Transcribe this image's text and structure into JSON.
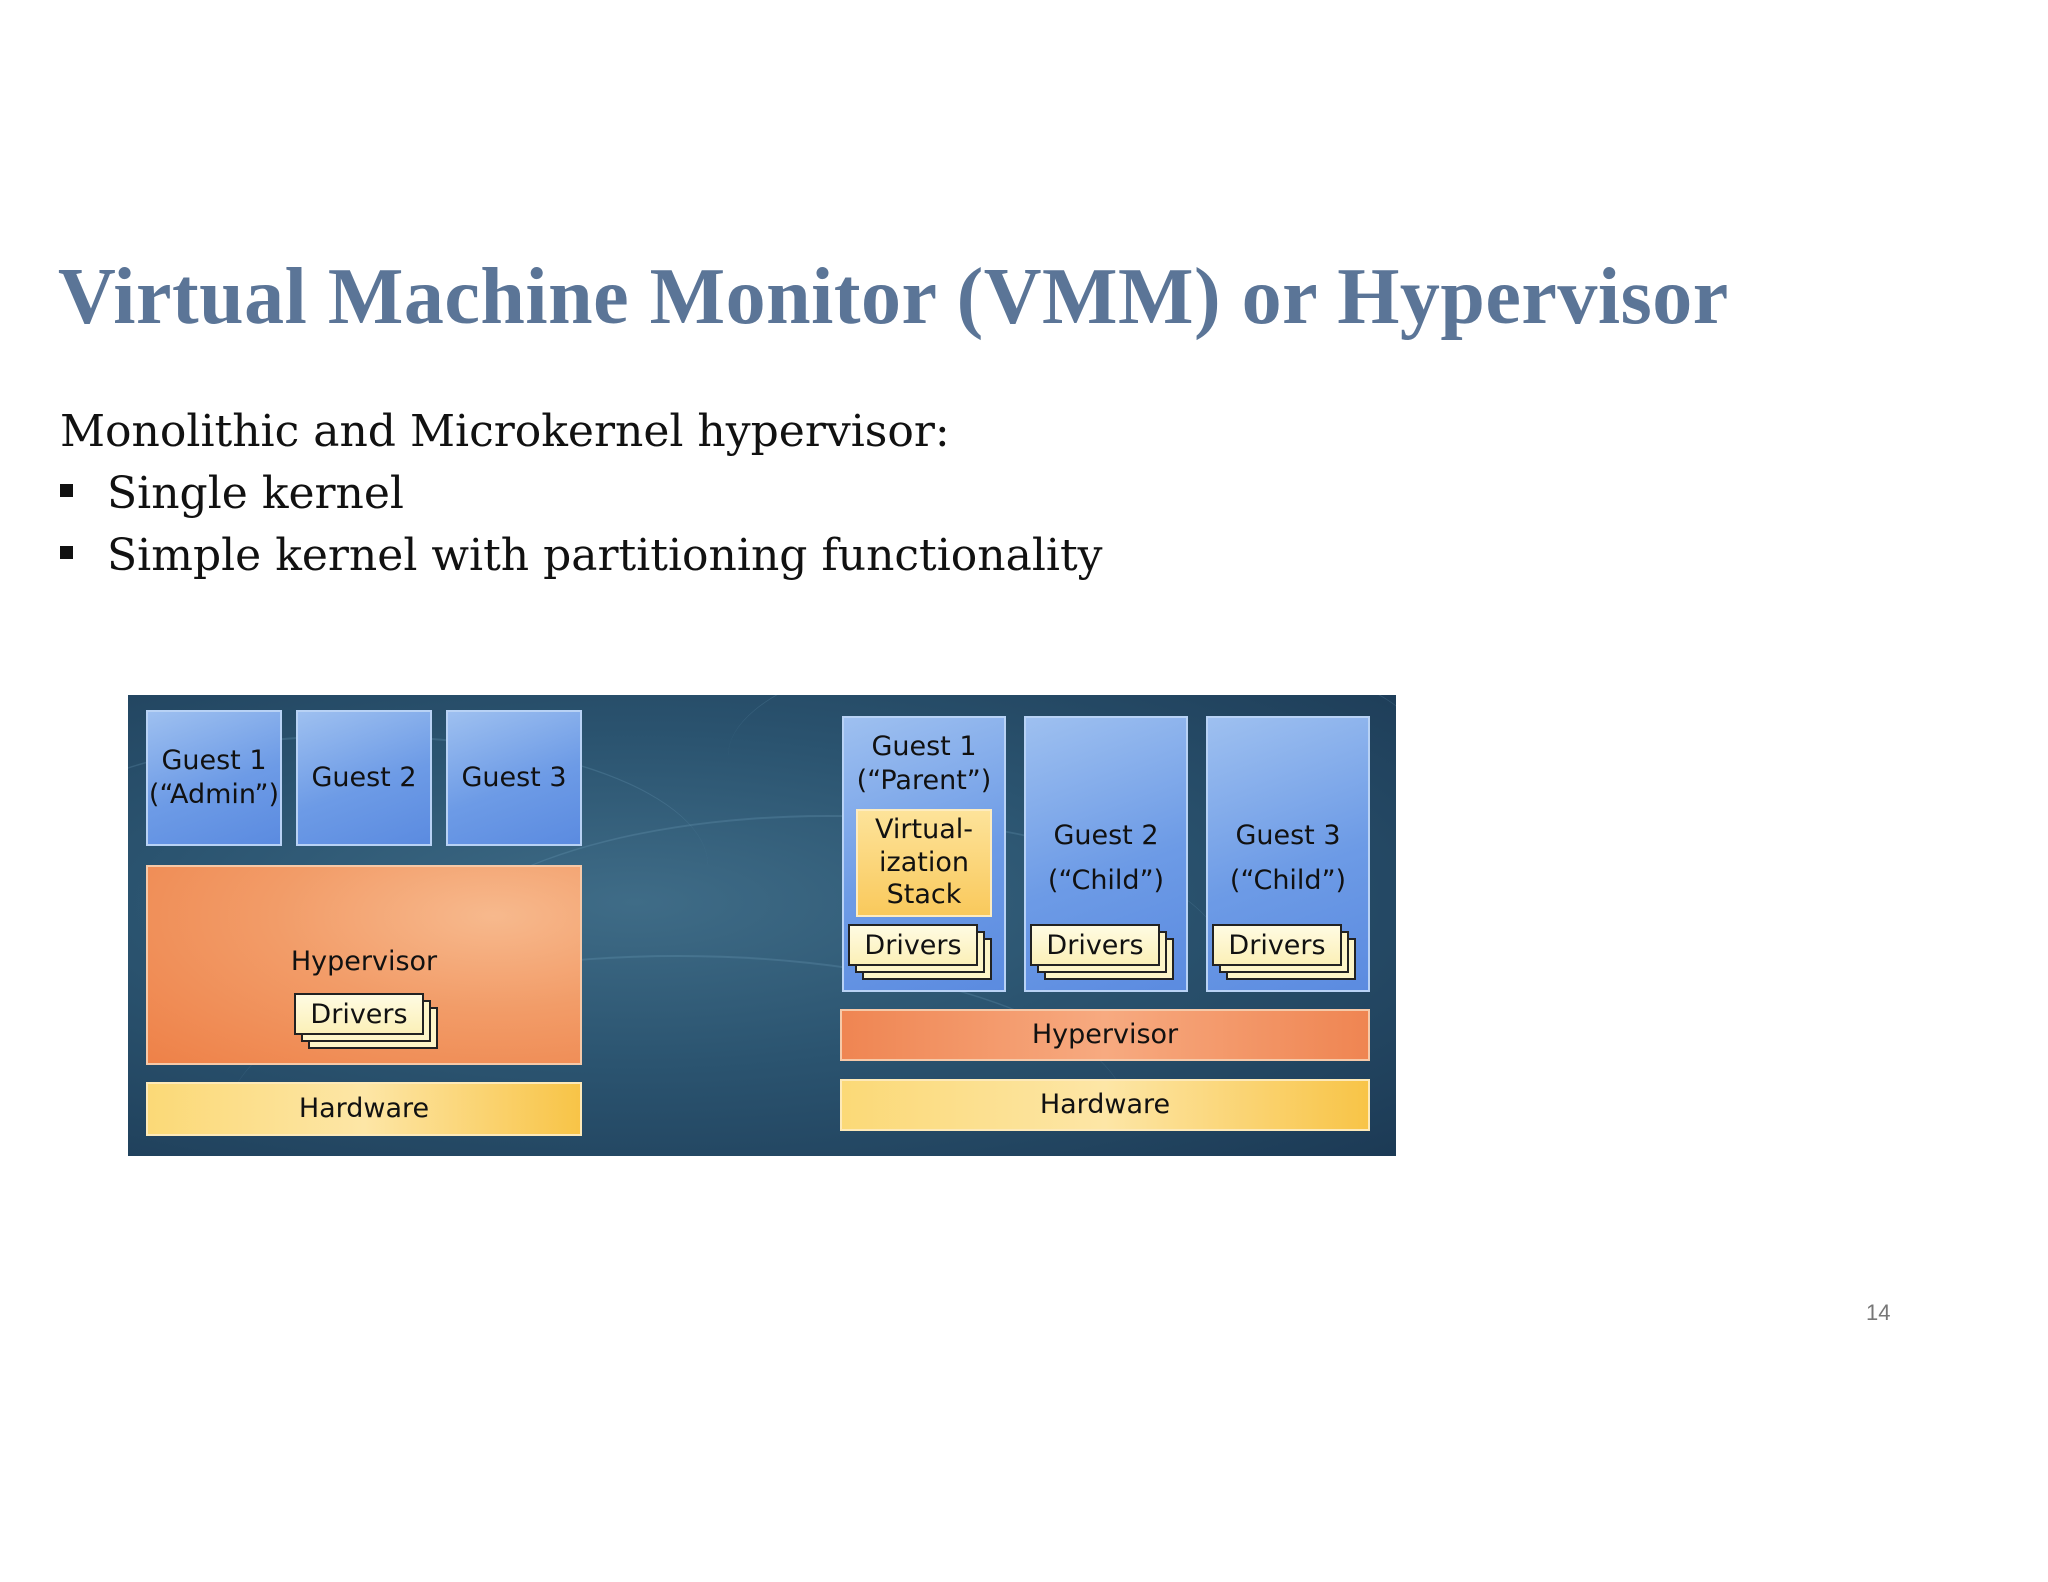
{
  "slide": {
    "title": "Virtual Machine Monitor (VMM) or Hypervisor",
    "intro": "Monolithic and Microkernel hypervisor:",
    "bullets": [
      "Single kernel",
      "Simple kernel with partitioning functionality"
    ],
    "page_number": "14"
  },
  "diagram": {
    "monolithic": {
      "guests": [
        {
          "line1": "Guest 1",
          "line2": "(“Admin”)"
        },
        {
          "line1": "Guest 2"
        },
        {
          "line1": "Guest 3"
        }
      ],
      "hypervisor": "Hypervisor",
      "drivers": "Drivers",
      "hardware": "Hardware"
    },
    "microkernel": {
      "guests": [
        {
          "line1": "Guest 1",
          "line2": "(“Parent”)",
          "stack": [
            "Virtual-",
            "ization",
            "Stack"
          ],
          "drivers": "Drivers"
        },
        {
          "line1": "Guest 2",
          "line2": "(“Child”)",
          "drivers": "Drivers"
        },
        {
          "line1": "Guest 3",
          "line2": "(“Child”)",
          "drivers": "Drivers"
        }
      ],
      "hypervisor": "Hypervisor",
      "hardware": "Hardware"
    }
  },
  "colors": {
    "title": "#5b7597",
    "guest_blue": "#6d9be6",
    "hypervisor_orange": "#f29c68",
    "hardware_yellow": "#fbd977",
    "background_teal": "#2b5470"
  }
}
